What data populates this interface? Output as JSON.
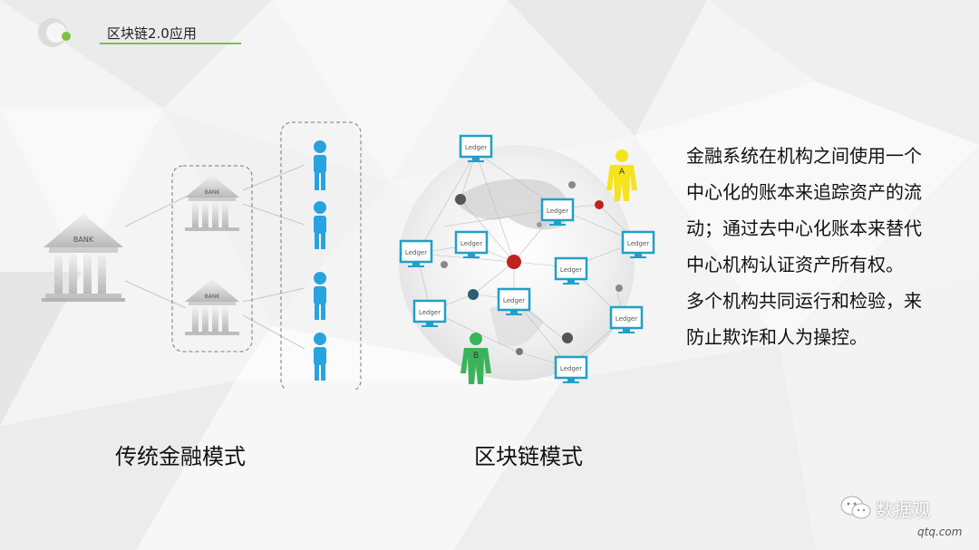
{
  "slide": {
    "title": "区块链2.0应用",
    "accent_color": "#7cc142"
  },
  "traditional": {
    "caption": "传统金融模式",
    "bank_big_label": "BANK",
    "bank_small_labels": [
      "BANK",
      "BANK"
    ],
    "person_color": "#29a3e0"
  },
  "blockchain": {
    "caption": "区块链模式",
    "ledger_label": "Ledger",
    "ledger_count": 10,
    "person_a_label": "A",
    "person_a_color": "#f5e31b",
    "person_b_label": "B",
    "person_b_color": "#3bb35a"
  },
  "description": {
    "lines": [
      "金融系统在机构之间使用一个",
      "中心化的账本来追踪资产的流",
      "动；通过去中心化账本来替代",
      "中心机构认证资产所有权。",
      "多个机构共同运行和检验，来",
      "防止欺诈和人为操控。"
    ]
  },
  "watermark": {
    "icon": "wechat-icon",
    "text": "数据观",
    "sub": "qtq.com"
  }
}
